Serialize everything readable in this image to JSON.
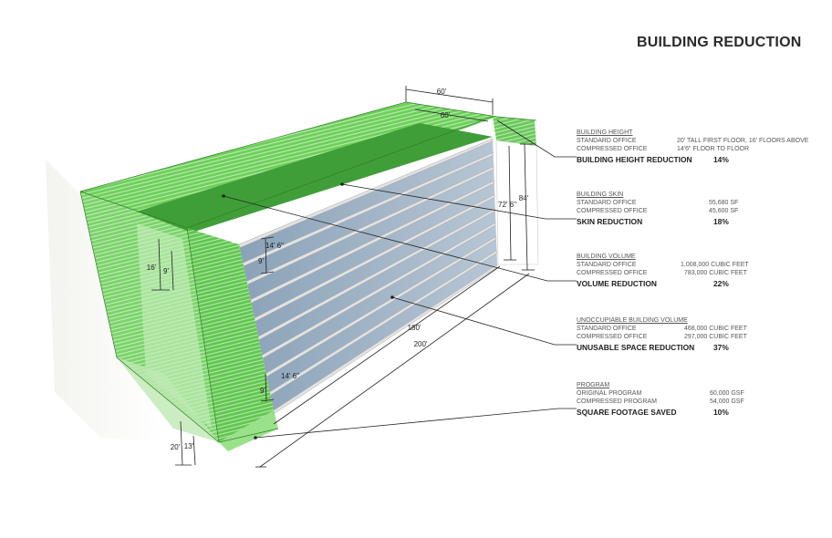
{
  "title": "BUILDING REDUCTION",
  "stats": [
    {
      "header": "BUILDING HEIGHT",
      "rows": [
        {
          "label": "STANDARD OFFICE",
          "value": "20' TALL FIRST FLOOR, 16' FLOORS ABOVE"
        },
        {
          "label": "COMPRESSED OFFICE",
          "value": "14'6\" FLOOR TO FLOOR"
        }
      ],
      "result_label": "BUILDING HEIGHT REDUCTION",
      "result_value": "14%"
    },
    {
      "header": "BUILDING SKIN",
      "rows": [
        {
          "label": "STANDARD OFFICE",
          "value": "55,680 SF"
        },
        {
          "label": "COMPRESSED OFFICE",
          "value": "45,600 SF"
        }
      ],
      "result_label": "SKIN REDUCTION",
      "result_value": "18%"
    },
    {
      "header": "BUILDING VOLUME",
      "rows": [
        {
          "label": "STANDARD OFFICE",
          "value": "1,008,000 CUBIC FEET"
        },
        {
          "label": "COMPRESSED OFFICE",
          "value": "783,000 CUBIC FEET"
        }
      ],
      "result_label": "VOLUME REDUCTION",
      "result_value": "22%"
    },
    {
      "header": "UNOCCUPIABLE BUILDING VOLUME",
      "rows": [
        {
          "label": "STANDARD OFFICE",
          "value": "468,000 CUBIC FEET"
        },
        {
          "label": "COMPRESSED OFFICE",
          "value": "297,000 CUBIC FEET"
        }
      ],
      "result_label": "UNUSABLE SPACE REDUCTION",
      "result_value": "37%"
    },
    {
      "header": "PROGRAM",
      "rows": [
        {
          "label": "ORIGINAL PROGRAM",
          "value": "60,000 GSF"
        },
        {
          "label": "COMPRESSED PROGRAM",
          "value": "54,000 GSF"
        }
      ],
      "result_label": "SQUARE FOOTAGE SAVED",
      "result_value": "10%"
    }
  ],
  "dimensions": {
    "top_width_outer": "60'",
    "top_width_inner": "60'",
    "standard_height": "84'",
    "compressed_height": "72' 6\"",
    "upper_compressed_floor": "14' 6\"",
    "upper_compressed_clear": "9'",
    "upper_standard_floor": "16'",
    "upper_standard_clear": "9'",
    "length_inner": "180'",
    "length_outer": "200'",
    "lower_compressed_floor": "14' 6\"",
    "lower_compressed_clear": "9'",
    "ground_standard_floor": "20'",
    "ground_standard_clear": "13'"
  },
  "colors": {
    "green_light": "#6fd45a",
    "green_dark": "#3fae2e",
    "glass": "#9fb3c6",
    "slab": "#dcdcdc",
    "leader": "#222222",
    "stats_rule": "#222222"
  }
}
